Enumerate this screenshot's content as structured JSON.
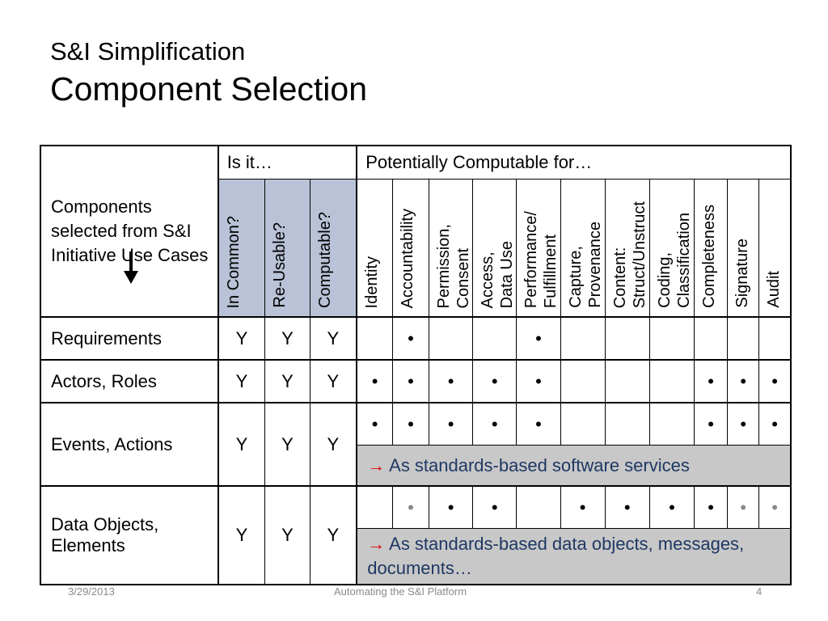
{
  "title": {
    "line1": "S&I Simplification",
    "line2": "Component Selection"
  },
  "table": {
    "corner_text": "Components selected from S&I Initiative Use Cases",
    "group_is_it": "Is it…",
    "group_computable": "Potentially Computable for…",
    "is_it_columns": [
      "In Common?",
      "Re-Usable?",
      "Computable?"
    ],
    "computable_columns": [
      [
        "Identity"
      ],
      [
        "Accountability"
      ],
      [
        "Permission,",
        "Consent"
      ],
      [
        "Access,",
        "Data Use"
      ],
      [
        "Performance/",
        "Fulfillment"
      ],
      [
        "Capture,",
        "Provenance"
      ],
      [
        "Content:",
        "Struct/Unstruct"
      ],
      [
        "Coding,",
        "Classification"
      ],
      [
        "Completeness"
      ],
      [
        "Signature"
      ],
      [
        "Audit"
      ]
    ],
    "rows": [
      {
        "label": "Requirements",
        "is_it": [
          "Y",
          "Y",
          "Y"
        ],
        "marks": [
          "",
          "•",
          "",
          "",
          "•",
          "",
          "",
          "",
          "",
          "",
          ""
        ]
      },
      {
        "label": "Actors, Roles",
        "is_it": [
          "Y",
          "Y",
          "Y"
        ],
        "marks": [
          "•",
          "•",
          "•",
          "•",
          "•",
          "",
          "",
          "",
          "•",
          "•",
          "•"
        ]
      },
      {
        "label": "Events, Actions",
        "is_it": [
          "Y",
          "Y",
          "Y"
        ],
        "marks": [
          "•",
          "•",
          "•",
          "•",
          "•",
          "",
          "",
          "",
          "•",
          "•",
          "•"
        ],
        "note_arrow": "→",
        "note": "As standards-based software services"
      },
      {
        "label": "Data Objects, Elements",
        "is_it": [
          "Y",
          "Y",
          "Y"
        ],
        "marks": [
          "",
          "•",
          "•",
          "•",
          "",
          "•",
          "•",
          "•",
          "•",
          "•",
          "•"
        ],
        "grey_marks": [
          false,
          true,
          false,
          false,
          false,
          false,
          false,
          false,
          false,
          true,
          true
        ],
        "note_arrow": "→",
        "note": "As standards-based data objects, messages, documents…"
      }
    ]
  },
  "footer": {
    "date": "3/29/2013",
    "center": "Automating the S&I Platform",
    "page": "4"
  },
  "colors": {
    "header_blue": "#b9c2d6",
    "note_grey": "#c8c8c8",
    "note_text": "#1f3864",
    "arrow_red": "#e00000"
  }
}
